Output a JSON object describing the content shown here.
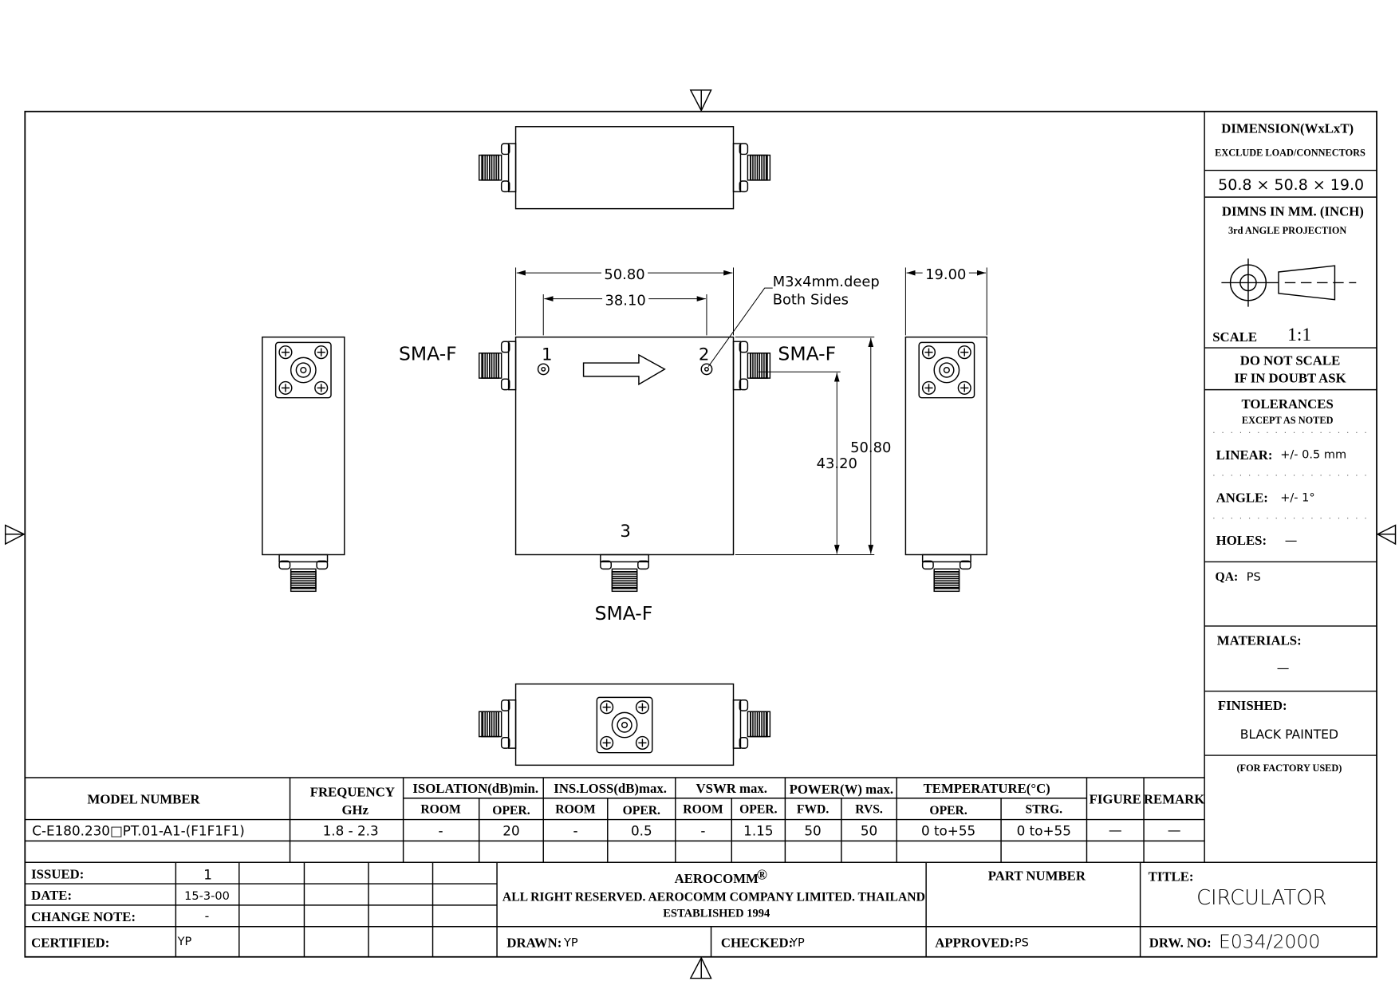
{
  "drawing": {
    "dim_width_outer": "50.80",
    "dim_width_inner": "38.10",
    "dim_thickness": "19.00",
    "dim_height_outer": "50.80",
    "dim_height_inner": "43.20",
    "note_line1": "M3x4mm.deep",
    "note_line2": "Both Sides",
    "connector_left": "SMA-F",
    "connector_right": "SMA-F",
    "connector_bottom": "SMA-F",
    "port1": "1",
    "port2": "2",
    "port3": "3"
  },
  "side_panel": {
    "dimension_title": "DIMENSION(WxLxT)",
    "dimension_sub": "EXCLUDE LOAD/CONNECTORS",
    "dimension_value": "50.8  ×  50.8  ×  19.0",
    "units": "DIMNS  IN  MM.  (INCH)",
    "projection": "3rd  ANGLE  PROJECTION",
    "scale_label": "SCALE",
    "scale_value": "1:1",
    "do_not_scale_1": "DO  NOT  SCALE",
    "do_not_scale_2": "IF  IN  DOUBT  ASK",
    "tolerances": "TOLERANCES",
    "except": "EXCEPT  AS  NOTED",
    "linear_label": "LINEAR:",
    "linear_value": "+/-  0.5  mm",
    "angle_label": "ANGLE:",
    "angle_value": "+/-  1°",
    "holes_label": "HOLES:",
    "holes_value": "—",
    "qa_label": "QA:",
    "qa_value": "PS",
    "materials_label": "MATERIALS:",
    "materials_value": "—",
    "finished_label": "FINISHED:",
    "finished_value": "BLACK  PAINTED",
    "factory": "(FOR  FACTORY  USED)"
  },
  "spec_table": {
    "model_header": "MODEL  NUMBER",
    "freq_header": "FREQUENCY",
    "freq_unit": "GHz",
    "isolation_header": "ISOLATION(dB)min.",
    "insloss_header": "INS.LOSS(dB)max.",
    "vswr_header": "VSWR  max.",
    "power_header": "POWER(W)  max.",
    "temp_header": "TEMPERATURE(°C)",
    "figure_header": "FIGURE",
    "remark_header": "REMARK",
    "sub": [
      "ROOM",
      "OPER.",
      "ROOM",
      "OPER.",
      "ROOM",
      "OPER.",
      "FWD.",
      "RVS.",
      "OPER.",
      "STRG."
    ],
    "row": {
      "model": "C-E180.230□PT.01-A1-(F1F1F1)",
      "frequency": "1.8  -  2.3",
      "values": [
        "-",
        "20",
        "-",
        "0.5",
        "-",
        "1.15",
        "50",
        "50",
        "0  to+55",
        "0  to+55"
      ],
      "figure": "—",
      "remark": "—"
    }
  },
  "title_block": {
    "issued_label": "ISSUED:",
    "issued_value": "1",
    "date_label": "DATE:",
    "date_value": "15-3-00",
    "change_label": "CHANGE  NOTE:",
    "change_value": "-",
    "certified_label": "CERTIFIED:",
    "certified_value": "YP",
    "company": "AEROCOMM",
    "company_mark": "®",
    "rights": "ALL  RIGHT  RESERVED.  AEROCOMM  COMPANY  LIMITED.  THAILAND",
    "established": "ESTABLISHED  1994",
    "part_number_label": "PART  NUMBER",
    "title_label": "TITLE:",
    "title_value": "CIRCULATOR",
    "drawn_label": "DRAWN:",
    "drawn_value": "YP",
    "checked_label": "CHECKED:",
    "checked_value": "YP",
    "approved_label": "APPROVED:",
    "approved_value": "PS",
    "drw_label": "DRW.  NO:",
    "drw_value": "E034/2000"
  }
}
